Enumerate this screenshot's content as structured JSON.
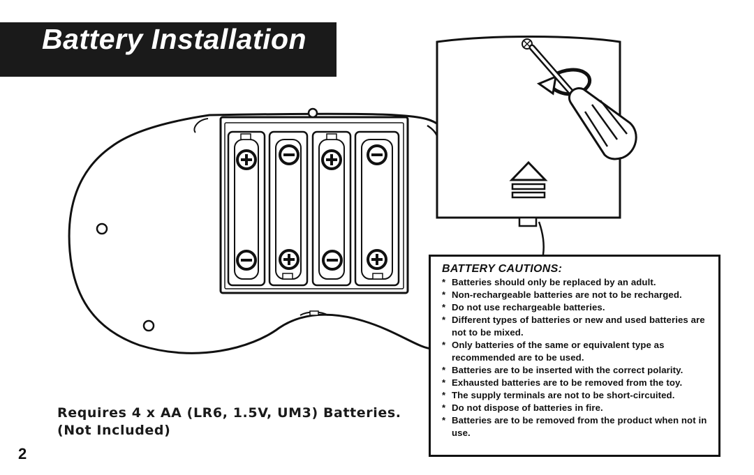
{
  "title": "Battery Installation",
  "requirements": {
    "line1": "Requires 4 x AA (LR6, 1.5V, UM3) Batteries.",
    "line2": "(Not Included)"
  },
  "page_number": "2",
  "cautions": {
    "heading": "BATTERY CAUTIONS:",
    "bullet": "*",
    "items": [
      "Batteries should only be replaced by an adult.",
      "Non-rechargeable batteries are not to be recharged.",
      "Do not use rechargeable batteries.",
      "Different types of batteries or new and used batteries are not to be mixed.",
      "Only batteries of the same or equivalent type as recommended are to be used.",
      "Batteries are to be inserted with the correct polarity.",
      "Exhausted batteries are to be removed from the toy.",
      "The supply terminals are not to be short-circuited.",
      "Do not dispose of batteries in fire.",
      "Batteries are to be removed from the product when not in use."
    ]
  },
  "illustration": {
    "battery_polarity_top": [
      "+",
      "-",
      "+",
      "-"
    ],
    "battery_polarity_bottom": [
      "-",
      "+",
      "-",
      "+"
    ],
    "icons": [
      "screwdriver-icon",
      "rotate-arrow-icon",
      "eject-icon"
    ]
  }
}
